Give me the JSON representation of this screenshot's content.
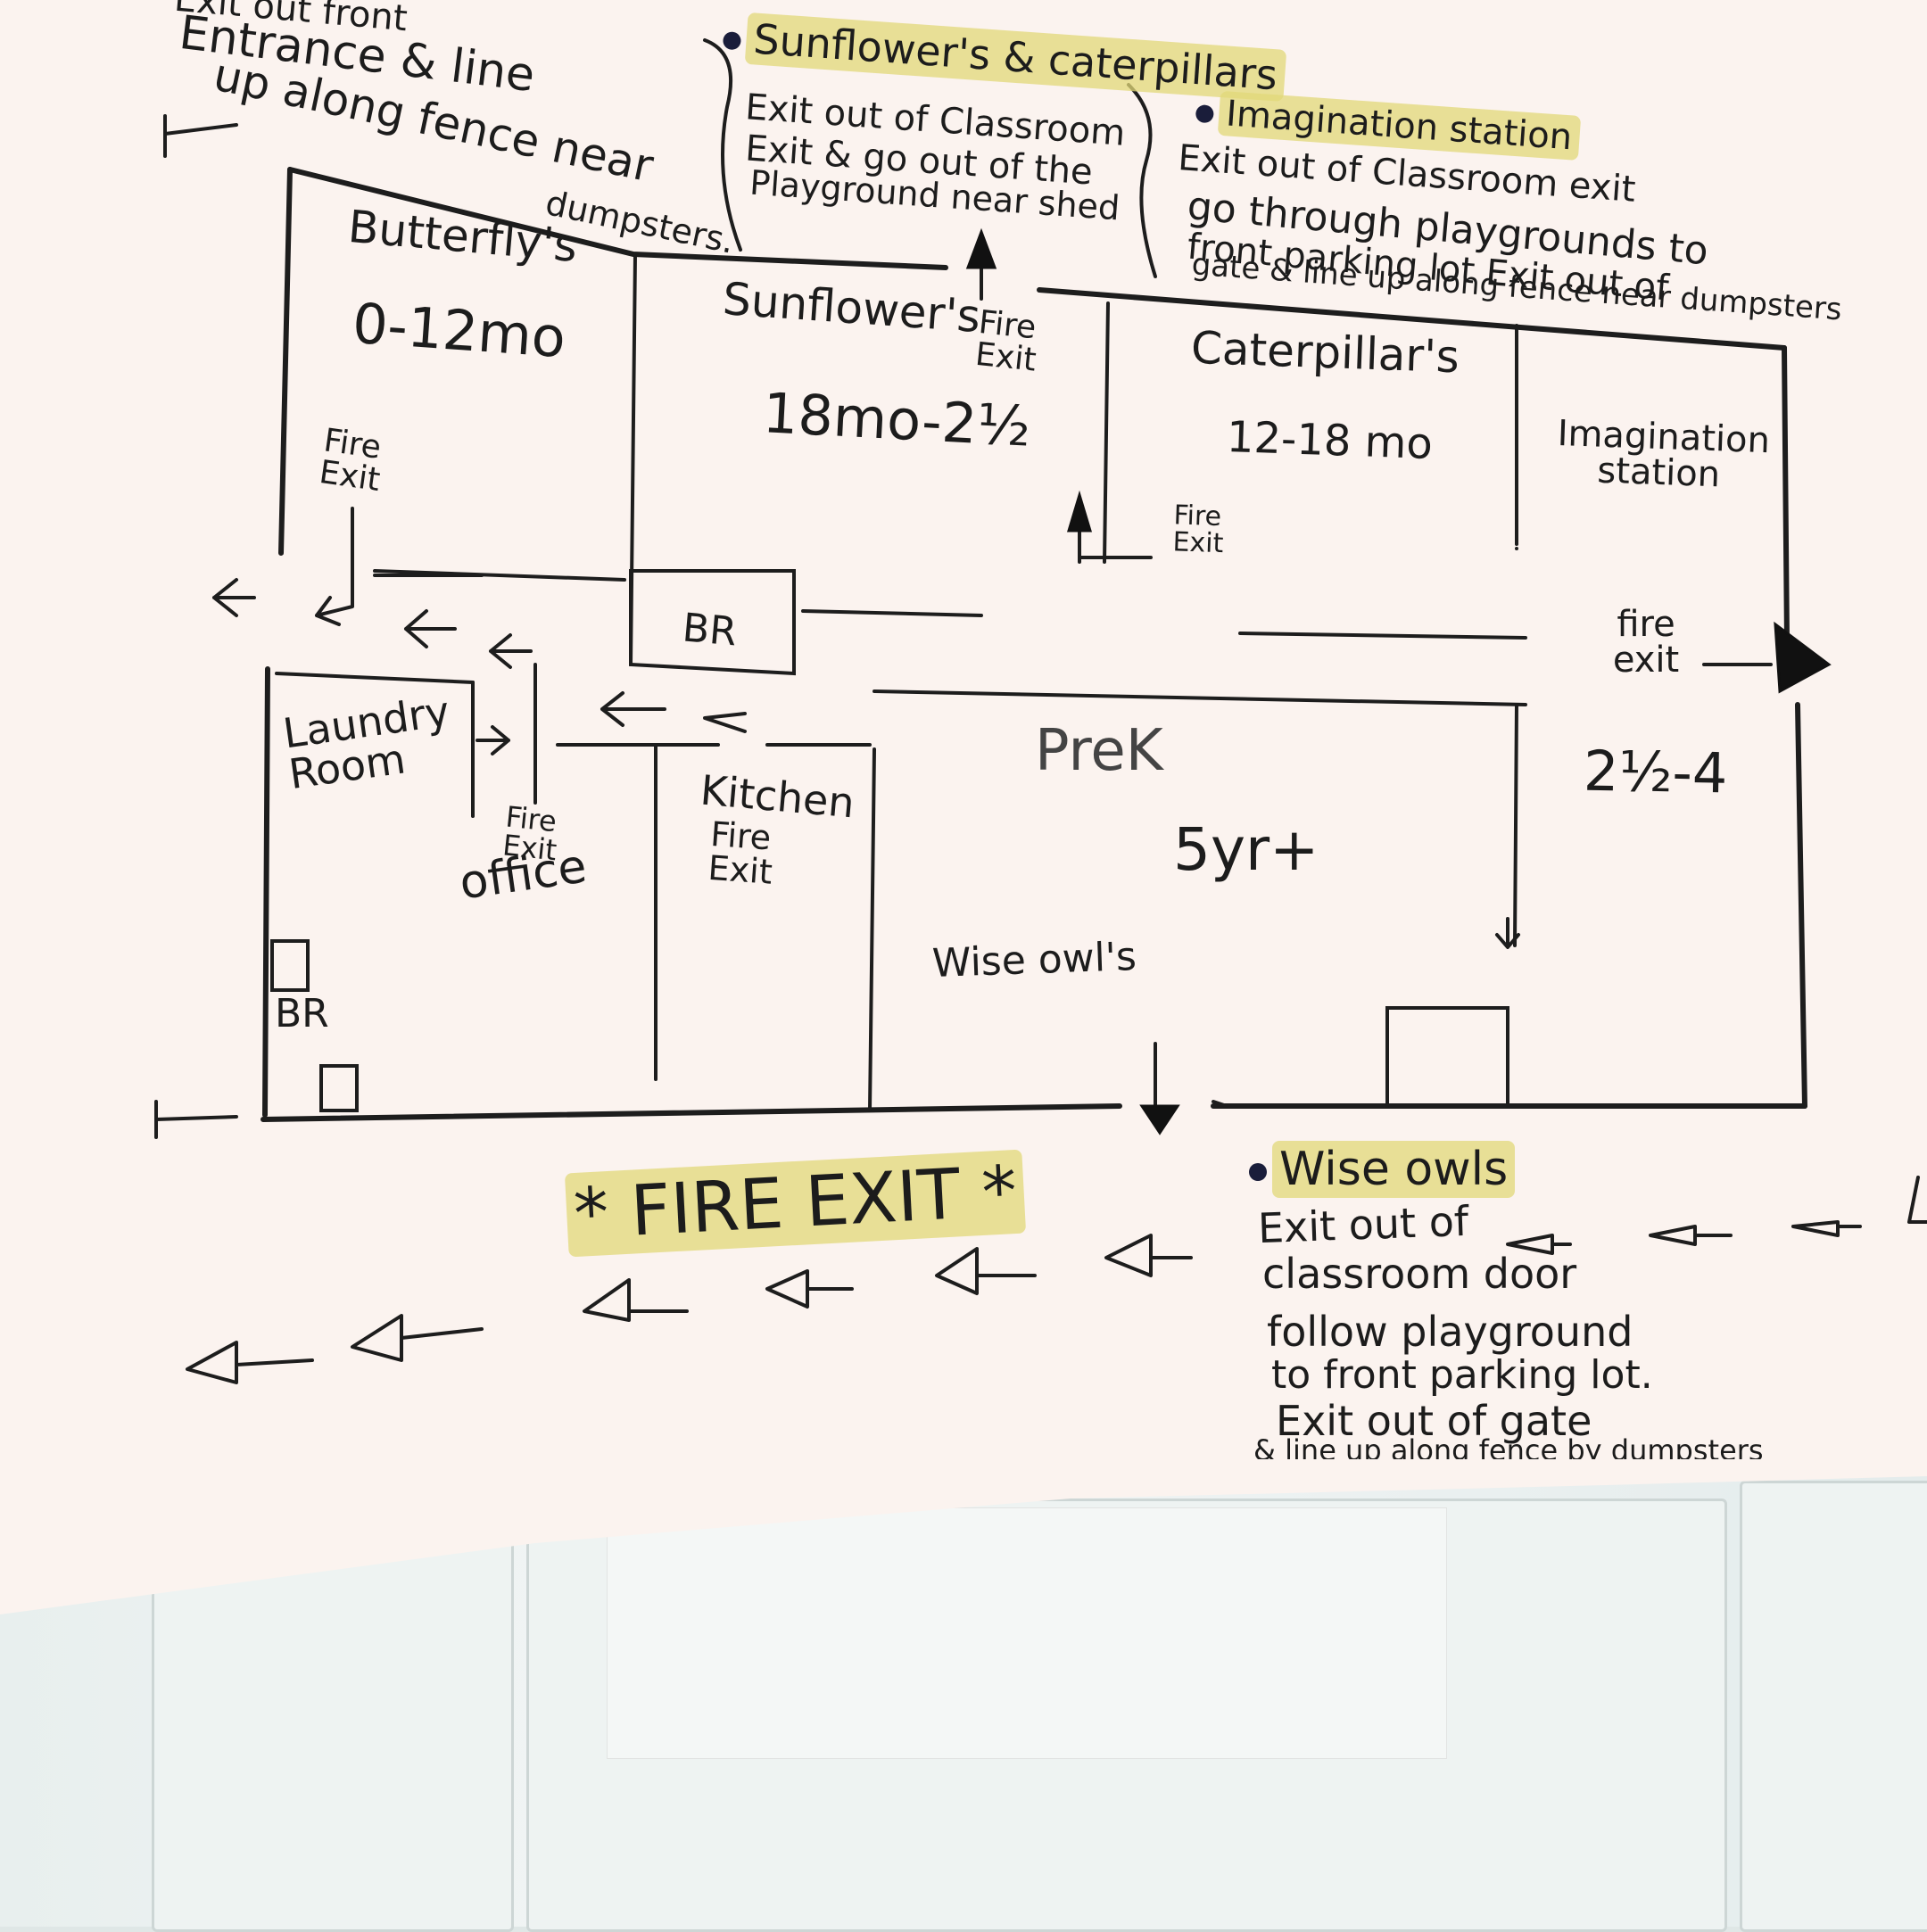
{
  "top_left_note": [
    "Exit out front",
    "Entrance & line",
    "up along fence near",
    "dumpsters."
  ],
  "sunflowers_caterpillars_note": {
    "heading": "Sunflower's & caterpillars",
    "lines": [
      "Exit out of Classroom",
      "Exit & go out of the",
      "Playground near shed"
    ]
  },
  "imagination_note": {
    "heading": "Imagination station",
    "lines": [
      "Exit out of Classroom exit",
      "go through playgrounds to",
      "front parking lot Exit out of",
      "gate & line up along fence near dumpsters"
    ]
  },
  "rooms": {
    "butterflys": {
      "name": "Butterfly's",
      "age": "0-12mo",
      "exit": "Fire Exit"
    },
    "sunflowers": {
      "name": "Sunflower's",
      "age": "18mo-2½",
      "exit": "Fire Exit"
    },
    "caterpillars": {
      "name": "Caterpillar's",
      "age": "12-18 mo",
      "exit": "Fire Exit"
    },
    "imagination": {
      "name": "Imagination station",
      "age": "2½-4",
      "exit": "fire exit"
    },
    "prek": {
      "name": "PreK",
      "age": "5yr+",
      "room_name": "Wise owl's"
    },
    "laundry": {
      "name": "Laundry Room"
    },
    "office": {
      "name": "office",
      "exit": "Fire Exit"
    },
    "kitchen": {
      "name": "Kitchen",
      "exit": "Fire Exit"
    },
    "br_top": {
      "name": "BR"
    },
    "br_bottom": {
      "name": "BR"
    }
  },
  "fire_exit_banner": "* FIRE EXIT *",
  "wise_owls_note": {
    "heading": "Wise owls",
    "lines": [
      "Exit out of",
      "classroom door",
      "follow playground",
      "to front parking lot.",
      "Exit out of gate",
      "& line up along fence by dumpsters"
    ]
  },
  "colors": {
    "paper": "#fbf3ef",
    "ink": "#1d1d1d",
    "highlight": "#e2d878",
    "door": "#e8efee"
  }
}
